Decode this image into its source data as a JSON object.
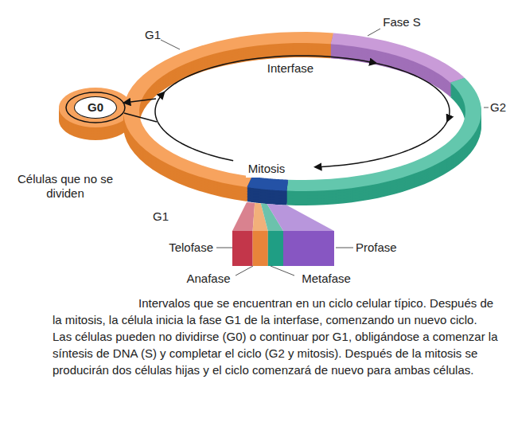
{
  "diagram": {
    "caption": "Intervalos que se encuentran en un ciclo celular típico. Después de la mitosis, la célula inicia la fase G1 de la interfase, comenzando un nuevo ciclo. Las células pueden no dividirse (G0) o continuar por G1, obligándose a comenzar la síntesis de DNA (S) y completar el ciclo (G2 y mitosis). Después de la mitosis se producirán dos células hijas y el ciclo comenzará de nuevo para ambas células.",
    "nodes": [
      {
        "text": [
          "G0"
        ]
      },
      {
        "text": [
          "Mitosis"
        ]
      }
    ],
    "labels": [
      "G1",
      "Fase S",
      "Interfase",
      "G2",
      "Células que no se dividen",
      "G1",
      "Telofase",
      "Profase",
      "Anafase",
      "Metafase"
    ]
  }
}
